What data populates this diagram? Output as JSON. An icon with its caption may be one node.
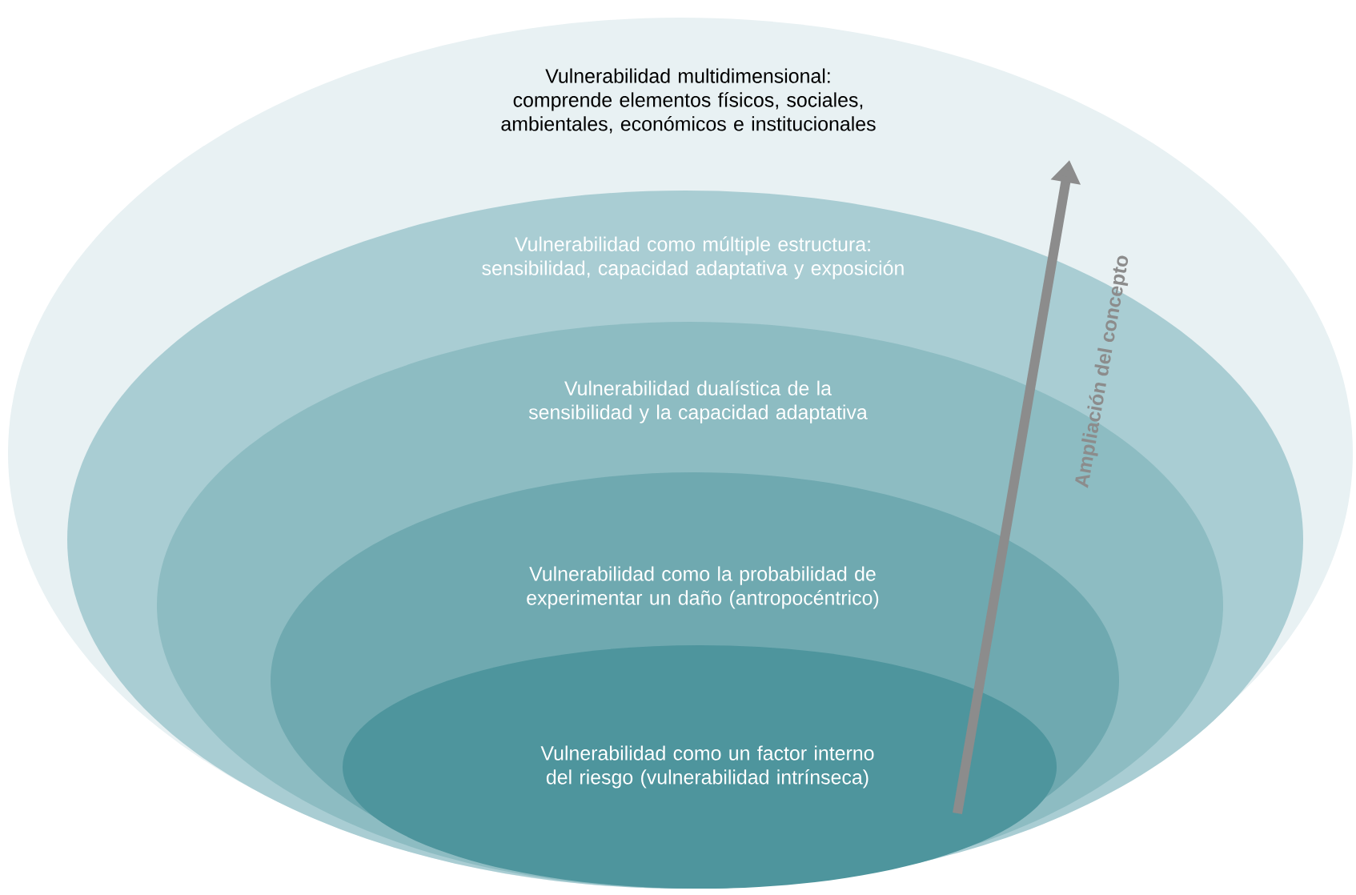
{
  "diagram": {
    "nodes": [
      {
        "text": [
          "Vulnerabilidad multidimensional: comprende elementos físicos, sociales, ambientales, económicos e institucionales"
        ]
      },
      {
        "text": [
          "Vulnerabilidad como múltiple estructura: sensibilidad, capacidad adaptativa y exposición"
        ],
        "in": 0
      },
      {
        "text": [
          "Vulnerabilidad dualística de la sensibilidad y la capacidad adaptativa"
        ],
        "in": 1
      },
      {
        "text": [
          "Vulnerabilidad como la probabilidad de experimentar un daño (antropocéntrico)"
        ],
        "in": 2
      },
      {
        "text": [
          "Vulnerabilidad como un factor interno del riesgo (vulnerabilidad intrínseca)"
        ],
        "in": 3
      }
    ],
    "labels": [
      "Ampliación del concepto"
    ]
  }
}
